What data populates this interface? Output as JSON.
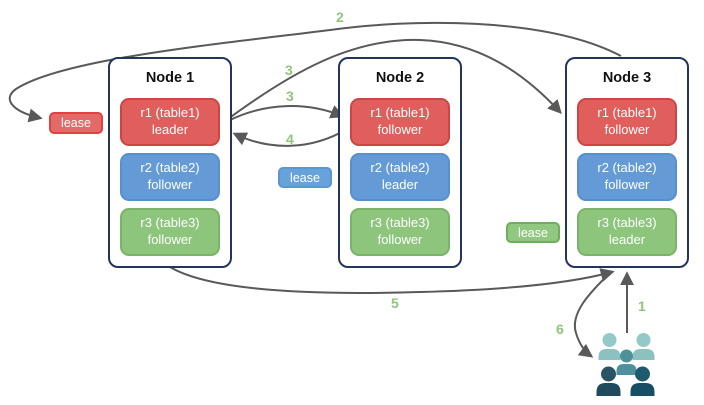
{
  "diagram": {
    "nodes": [
      {
        "title": "Node 1",
        "replicas": [
          {
            "name": "r1 (table1)",
            "role": "leader"
          },
          {
            "name": "r2 (table2)",
            "role": "follower"
          },
          {
            "name": "r3 (table3)",
            "role": "follower"
          }
        ]
      },
      {
        "title": "Node 2",
        "replicas": [
          {
            "name": "r1 (table1)",
            "role": "follower"
          },
          {
            "name": "r2 (table2)",
            "role": "leader"
          },
          {
            "name": "r3 (table3)",
            "role": "follower"
          }
        ]
      },
      {
        "title": "Node 3",
        "replicas": [
          {
            "name": "r1 (table1)",
            "role": "follower"
          },
          {
            "name": "r2 (table2)",
            "role": "follower"
          },
          {
            "name": "r3 (table3)",
            "role": "leader"
          }
        ]
      }
    ],
    "leases": [
      {
        "label": "lease",
        "color": "#e36a68"
      },
      {
        "label": "lease",
        "color": "#68a2da"
      },
      {
        "label": "lease",
        "color": "#90c882"
      }
    ],
    "flow_labels": [
      {
        "label": "2"
      },
      {
        "label": "3"
      },
      {
        "label": "3"
      },
      {
        "label": "4"
      },
      {
        "label": "5"
      },
      {
        "label": "1"
      },
      {
        "label": "6"
      }
    ],
    "colors": {
      "replica_red": "#e05e5c",
      "replica_blue": "#649bd7",
      "replica_green": "#8dc57d",
      "node_border": "#23355c",
      "arrow": "#595959",
      "flow_label": "#90c57d",
      "users_light": "#93c9c7",
      "users_medium": "#4e909b",
      "users_dark_left": "#2b5366",
      "users_dark_right": "#1d5a6e"
    }
  }
}
